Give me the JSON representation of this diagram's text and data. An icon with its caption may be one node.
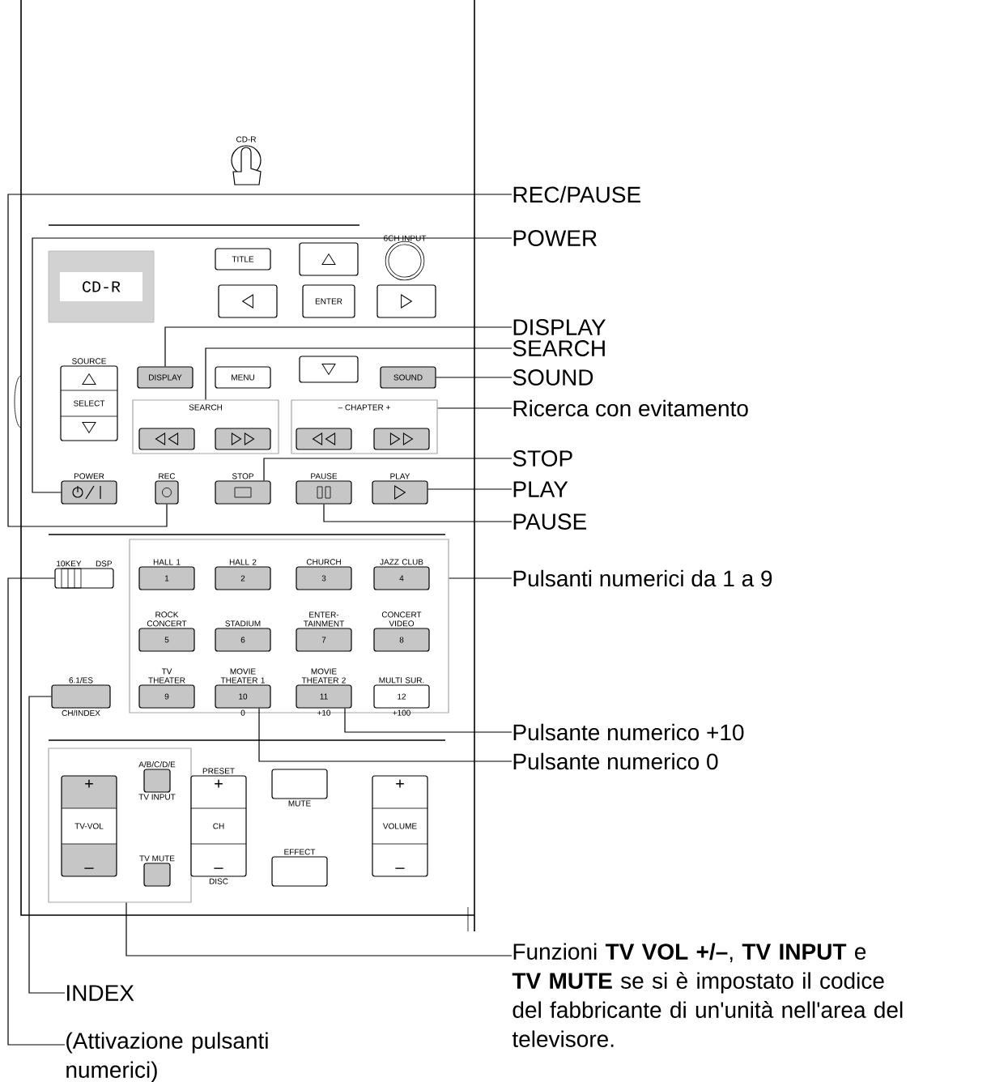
{
  "diagram": {
    "nodes": [
      {
        "text": [
          "TITLE"
        ]
      },
      {
        "text": [],
        "shape": "box"
      },
      {
        "text": [],
        "shape": "box"
      },
      {
        "text": [
          "ENTER"
        ]
      },
      {
        "text": [],
        "shape": "box"
      },
      {
        "text": [],
        "shape": "box"
      },
      {
        "text": [
          "6CH INPUT"
        ]
      },
      {
        "text": [
          "CD-R"
        ]
      },
      {
        "text": [
          "SOURCE",
          "SELECT"
        ]
      },
      {
        "text": [
          "DISPLAY"
        ]
      },
      {
        "text": [
          "MENU"
        ]
      },
      {
        "text": [
          "SOUND"
        ]
      },
      {
        "text": [
          "SEARCH"
        ]
      },
      {
        "text": [],
        "shape": "box",
        "in": 12
      },
      {
        "text": [],
        "shape": "box",
        "in": 12
      },
      {
        "text": [
          "– CHAPTER +"
        ]
      },
      {
        "text": [],
        "shape": "box",
        "in": 15
      },
      {
        "text": [],
        "shape": "box",
        "in": 15
      },
      {
        "text": [
          "POWER"
        ]
      },
      {
        "text": [
          "REC"
        ]
      },
      {
        "text": [
          "STOP"
        ]
      },
      {
        "text": [
          "PAUSE"
        ]
      },
      {
        "text": [
          "PLAY"
        ]
      },
      {
        "text": [
          "10KEY",
          "DSP"
        ]
      },
      {
        "text": [],
        "shape": "box"
      },
      {
        "text": [
          "HALL 1",
          "1"
        ],
        "in": 24
      },
      {
        "text": [
          "HALL 2",
          "2"
        ],
        "in": 24
      },
      {
        "text": [
          "CHURCH",
          "3"
        ],
        "in": 24
      },
      {
        "text": [
          "JAZZ CLUB",
          "4"
        ],
        "in": 24
      },
      {
        "text": [
          "ROCK CONCERT",
          "5"
        ],
        "in": 24
      },
      {
        "text": [
          "STADIUM",
          "6"
        ],
        "in": 24
      },
      {
        "text": [
          "ENTER-TAINMENT",
          "7"
        ],
        "in": 24
      },
      {
        "text": [
          "CONCERT VIDEO",
          "8"
        ],
        "in": 24
      },
      {
        "text": [
          "TV THEATER",
          "9"
        ],
        "in": 24
      },
      {
        "text": [
          "MOVIE THEATER 1",
          "10",
          "0"
        ],
        "in": 24
      },
      {
        "text": [
          "MOVIE THEATER 2",
          "11",
          "+10"
        ],
        "in": 24
      },
      {
        "text": [
          "MULTI SUR.",
          "12",
          "+100"
        ],
        "in": 24
      },
      {
        "text": [
          "6.1/ES",
          "CH/INDEX"
        ]
      },
      {
        "text": [],
        "shape": "box"
      },
      {
        "text": [
          "+",
          "TV-VOL",
          "–"
        ],
        "in": 38
      },
      {
        "text": [
          "A/B/C/D/E",
          "TV INPUT"
        ],
        "in": 38
      },
      {
        "text": [
          "TV MUTE"
        ],
        "in": 38
      },
      {
        "text": [
          "PRESET",
          "+",
          "CH",
          "–",
          "DISC"
        ]
      },
      {
        "text": [
          "MUTE"
        ]
      },
      {
        "text": [
          "EFFECT"
        ]
      },
      {
        "text": [
          "+",
          "VOLUME",
          "–"
        ]
      },
      {
        "text": [
          "REC/PAUSE"
        ]
      },
      {
        "text": [
          "POWER"
        ]
      },
      {
        "text": [
          "DISPLAY"
        ]
      },
      {
        "text": [
          "SEARCH"
        ]
      },
      {
        "text": [
          "SOUND"
        ]
      },
      {
        "text": [
          "Ricerca con evitamento"
        ]
      },
      {
        "text": [
          "STOP"
        ]
      },
      {
        "text": [
          "PLAY"
        ]
      },
      {
        "text": [
          "PAUSE"
        ]
      },
      {
        "text": [
          "Pulsanti numerici da 1 a 9"
        ]
      },
      {
        "text": [
          "Pulsante numerico +10"
        ]
      },
      {
        "text": [
          "Pulsante numerico 0"
        ]
      },
      {
        "text": [
          "Funzioni **TV VOL +/–**, **TV INPUT** e **TV MUTE** se si è impostato il codice del fabbricante di un'unità nell'area del televisore."
        ]
      },
      {
        "text": [
          "INDEX"
        ]
      },
      {
        "text": [
          "(Attivazione pulsanti numerici)"
        ]
      }
    ],
    "edges": [
      {
        "from": 46,
        "to": 19,
        "arrow": "none"
      },
      {
        "from": 47,
        "to": 18,
        "arrow": "none"
      },
      {
        "from": 48,
        "to": 9,
        "arrow": "none"
      },
      {
        "from": 49,
        "to": 12,
        "arrow": "none"
      },
      {
        "from": 50,
        "to": 11,
        "arrow": "none"
      },
      {
        "from": 51,
        "to": 15,
        "arrow": "none"
      },
      {
        "from": 52,
        "to": 20,
        "arrow": "none"
      },
      {
        "from": 53,
        "to": 22,
        "arrow": "none"
      },
      {
        "from": 54,
        "to": 21,
        "arrow": "none"
      },
      {
        "from": 55,
        "to": 24,
        "arrow": "none"
      },
      {
        "from": 56,
        "to": 35,
        "arrow": "none"
      },
      {
        "from": 57,
        "to": 34,
        "arrow": "none"
      },
      {
        "from": 58,
        "to": 38,
        "arrow": "none"
      },
      {
        "from": 59,
        "to": 37,
        "arrow": "none"
      },
      {
        "from": 60,
        "to": 23,
        "arrow": "none"
      }
    ],
    "labels": [
      "CD-R"
    ]
  }
}
